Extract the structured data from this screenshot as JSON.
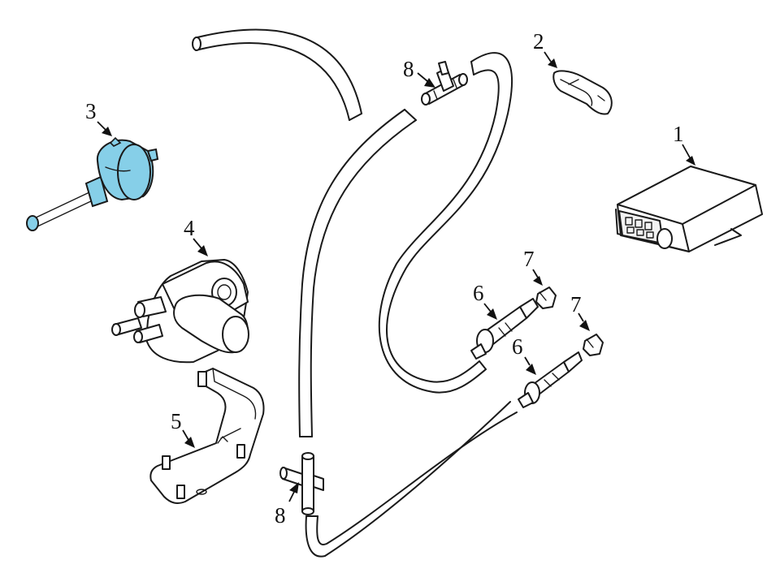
{
  "colors": {
    "line": "#1a1a1a",
    "highlight_fill": "#86cfe8",
    "highlight_stroke": "#1a1a1a",
    "background": "#ffffff"
  },
  "callouts": [
    {
      "id": "c1",
      "label": "1"
    },
    {
      "id": "c2",
      "label": "2"
    },
    {
      "id": "c3",
      "label": "3"
    },
    {
      "id": "c4",
      "label": "4"
    },
    {
      "id": "c5",
      "label": "5"
    },
    {
      "id": "c6a",
      "label": "6"
    },
    {
      "id": "c6b",
      "label": "6"
    },
    {
      "id": "c7a",
      "label": "7"
    },
    {
      "id": "c7b",
      "label": "7"
    },
    {
      "id": "c8a",
      "label": "8"
    },
    {
      "id": "c8b",
      "label": "8"
    }
  ],
  "highlighted_part": "3"
}
